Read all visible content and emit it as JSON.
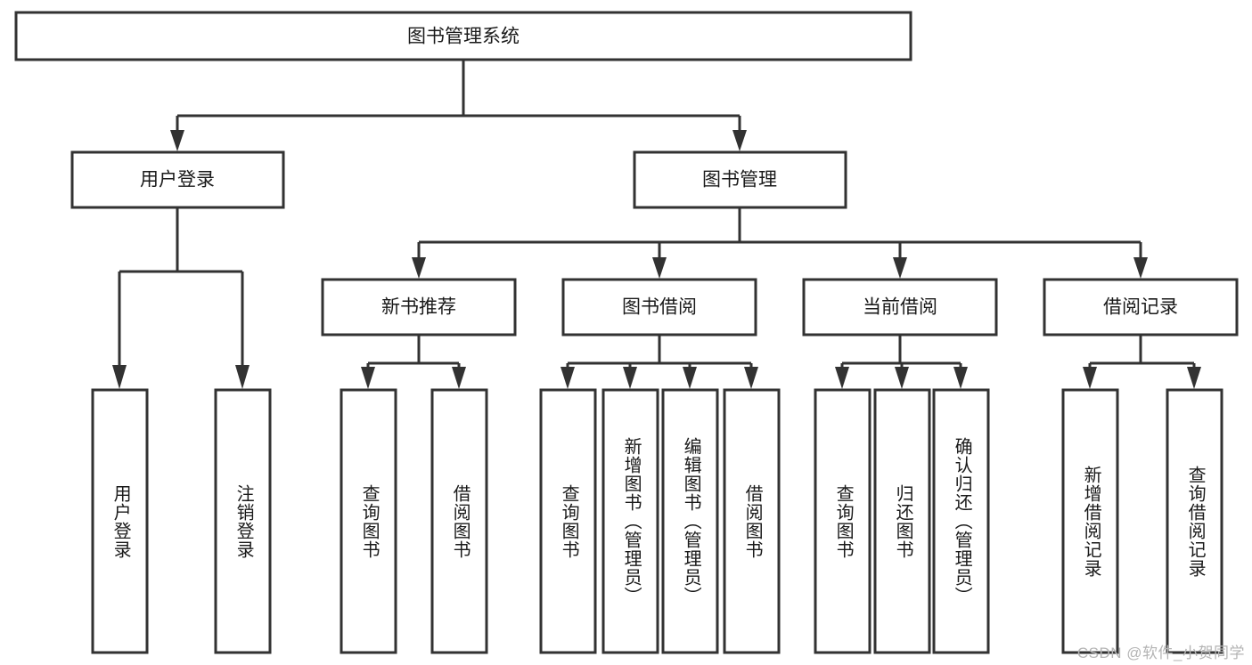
{
  "diagram": {
    "type": "tree",
    "title": "图书管理系统",
    "root": {
      "label": "图书管理系统"
    },
    "level2": [
      {
        "label": "用户登录"
      },
      {
        "label": "图书管理"
      }
    ],
    "level3": [
      {
        "label": "新书推荐"
      },
      {
        "label": "图书借阅"
      },
      {
        "label": "当前借阅"
      },
      {
        "label": "借阅记录"
      }
    ],
    "leaves": {
      "user_login": [
        {
          "label": "用户登录"
        },
        {
          "label": "注销登录"
        }
      ],
      "new_book_recommend": [
        {
          "label": "查询图书"
        },
        {
          "label": "借阅图书"
        }
      ],
      "book_borrow": [
        {
          "label": "查询图书"
        },
        {
          "label": "新增图书（管理员）"
        },
        {
          "label": "编辑图书（管理员）"
        },
        {
          "label": "借阅图书"
        }
      ],
      "current_borrow": [
        {
          "label": "查询图书"
        },
        {
          "label": "归还图书"
        },
        {
          "label": "确认归还（管理员）"
        }
      ],
      "borrow_record": [
        {
          "label": "新增借阅记录"
        },
        {
          "label": "查询借阅记录"
        }
      ]
    }
  },
  "watermark": {
    "text": "CSDN @软件_小贺同学"
  },
  "colors": {
    "box_stroke": "#323232",
    "box_fill": "#ffffff",
    "text": "#1a1a1a",
    "watermark": "#b4b4b4",
    "background": "#ffffff"
  }
}
